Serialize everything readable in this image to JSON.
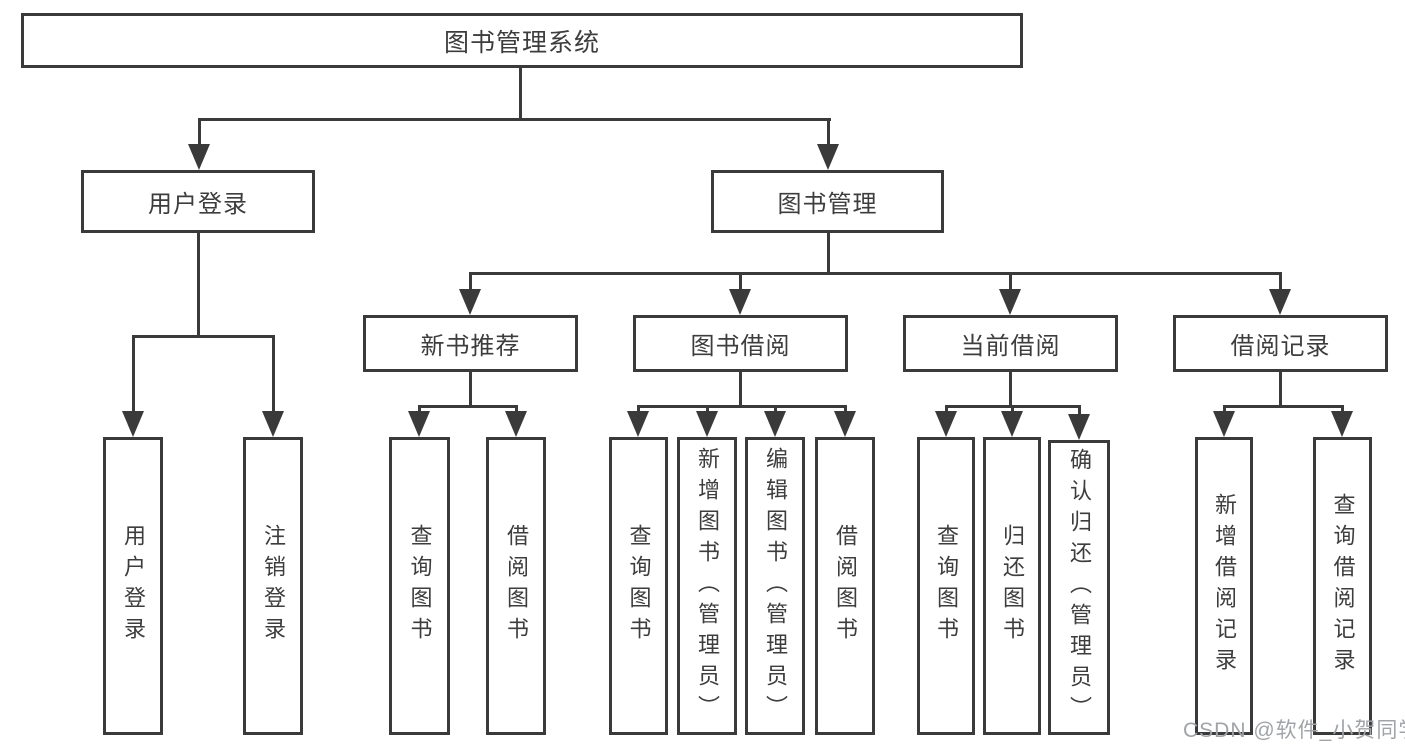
{
  "watermark": "CSDN @软件_小贺同学",
  "colors": {
    "line": "#3a3a3a",
    "text": "#3d3d3d",
    "watermark": "#a0a4a8",
    "background": "#ffffff"
  },
  "tree": {
    "root": {
      "label": "图书管理系统"
    },
    "user_login": {
      "label": "用户登录",
      "leaves": [
        "用户登录",
        "注销登录"
      ]
    },
    "book_mgmt": {
      "label": "图书管理",
      "children": {
        "new_book": {
          "label": "新书推荐",
          "leaves": [
            "查询图书",
            "借阅图书"
          ]
        },
        "book_borrow": {
          "label": "图书借阅",
          "leaves": [
            "查询图书",
            "新增图书（管理员）",
            "编辑图书（管理员）",
            "借阅图书"
          ]
        },
        "current_borrow": {
          "label": "当前借阅",
          "leaves": [
            "查询图书",
            "归还图书",
            "确认归还（管理员）"
          ]
        },
        "borrow_record": {
          "label": "借阅记录",
          "leaves": [
            "新增借阅记录",
            "查询借阅记录"
          ]
        }
      }
    }
  }
}
